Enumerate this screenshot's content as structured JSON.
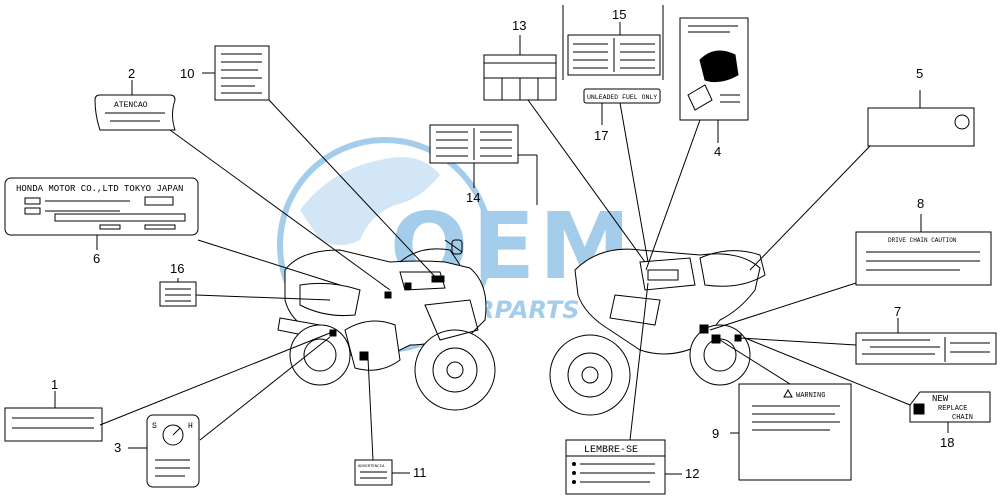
{
  "watermark": {
    "brand": "OEM",
    "tagline": "MOTORPARTS",
    "color": "#5aa6dc"
  },
  "callouts": [
    "1",
    "2",
    "3",
    "4",
    "5",
    "6",
    "7",
    "8",
    "9",
    "10",
    "11",
    "12",
    "13",
    "14",
    "15",
    "16",
    "17",
    "18"
  ],
  "label_texts": {
    "atencao": "ATENCAO",
    "honda_plate": "HONDA MOTOR CO.,LTD TOKYO JAPAN",
    "unleaded": "UNLEADED FUEL ONLY",
    "drive_chain": "DRIVE CHAIN CAUTION",
    "warning": "WARNING",
    "lembre": "LEMBRE-SE",
    "new_chain_1": "NEW",
    "new_chain_2": "REPLACE",
    "new_chain_3": "CHAIN",
    "switch_s": "S",
    "switch_h": "H",
    "small_label_11": "ADVERTENCIA"
  },
  "colors": {
    "line": "#000000",
    "background": "#ffffff"
  }
}
